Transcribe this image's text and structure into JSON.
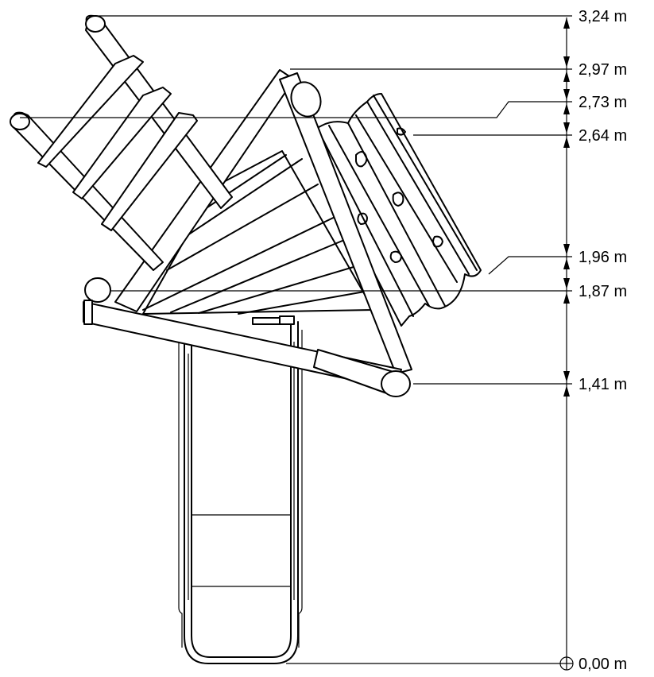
{
  "dimensions": [
    {
      "label": "3,24 m",
      "value": 3.24
    },
    {
      "label": "2,97 m",
      "value": 2.97
    },
    {
      "label": "2,73 m",
      "value": 2.73
    },
    {
      "label": "2,64 m",
      "value": 2.64
    },
    {
      "label": "1,96 m",
      "value": 1.96
    },
    {
      "label": "1,87 m",
      "value": 1.87
    },
    {
      "label": "1,41 m",
      "value": 1.41
    },
    {
      "label": "0,00 m",
      "value": 0.0
    }
  ],
  "colors": {
    "line": "#000000",
    "background": "#ffffff"
  },
  "icons": {
    "origin": "origin-circle-icon",
    "arrow": "arrow-head-icon"
  }
}
